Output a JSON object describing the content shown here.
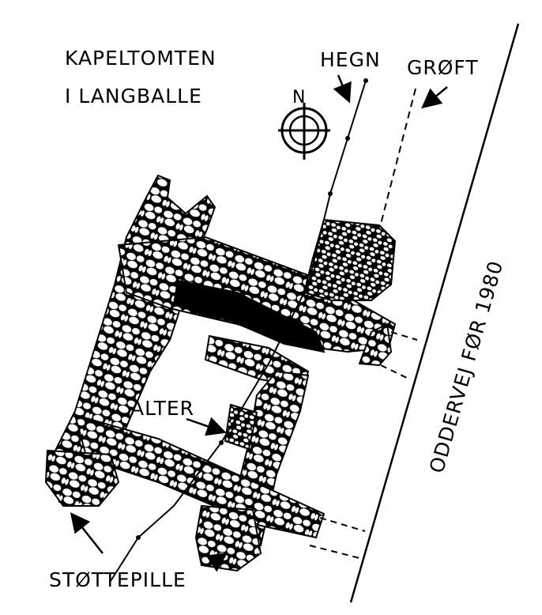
{
  "title": {
    "line1": "KAPELTOMTEN",
    "line2": "I LANGBALLE"
  },
  "labels": {
    "fence": "HEGN",
    "ditch": "GRØFT",
    "north": "N",
    "road": "ODDERVEJ FØR 1980",
    "altar": "ALTER",
    "buttress": "STØTTEPILLE"
  },
  "colors": {
    "ink": "#000000",
    "paper": "#ffffff"
  }
}
